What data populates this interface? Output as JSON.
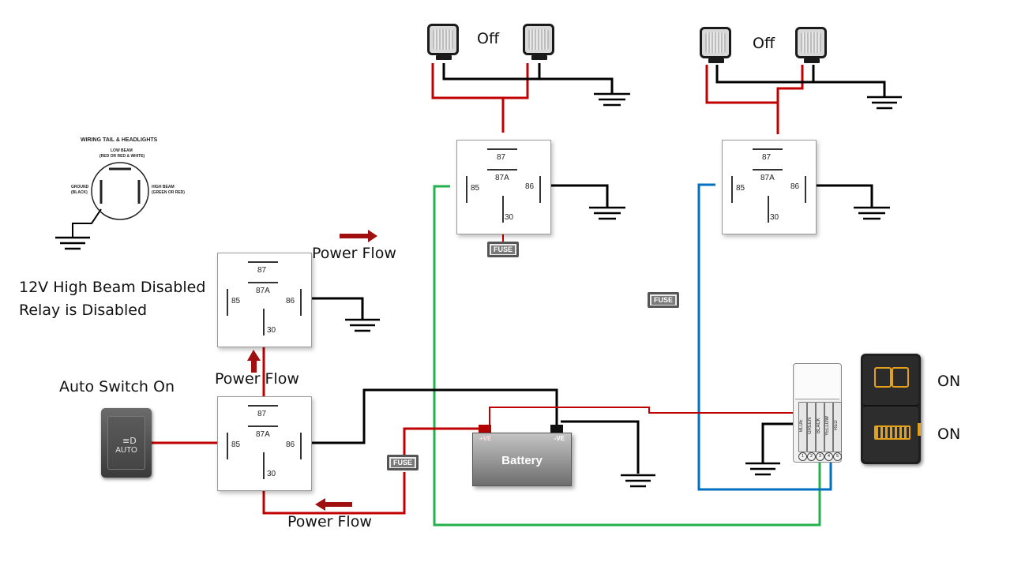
{
  "colors": {
    "power": "#c00000",
    "ground": "#000000",
    "green": "#22b14c",
    "blue": "#0070c0",
    "arrow": "#a01010",
    "amber": "#e6a11a"
  },
  "labels": {
    "left_lights_state": "Off",
    "right_lights_state": "Off",
    "power_flow_1": "Power Flow",
    "power_flow_2": "Power Flow",
    "power_flow_3": "Power Flow",
    "high_beam_line1": "12V High Beam Disabled",
    "high_beam_line2": "Relay is Disabled",
    "auto_switch": "Auto Switch On",
    "rocker_top_state": "ON",
    "rocker_bottom_state": "ON"
  },
  "relay": {
    "pin_87": "87",
    "pin_87a": "87A",
    "pin_85": "85",
    "pin_86": "86",
    "pin_30": "30"
  },
  "fuse_label": "FUSE",
  "battery": {
    "label": "Battery",
    "positive": "+VE",
    "negative": "-VE"
  },
  "auto_button": {
    "label": "AUTO"
  },
  "headlight_plug": {
    "title": "WIRING TAIL & HEADLIGHTS",
    "low_beam": "LOW BEAM",
    "low_beam_sub": "(RED OR RED & WHITE)",
    "ground": "GROUND",
    "ground_sub": "(BLACK)",
    "high_beam": "HIGH BEAM",
    "high_beam_sub": "(GREEN OR RED)"
  },
  "connector_pins": [
    {
      "label": "BLUE",
      "num": "1"
    },
    {
      "label": "GREEN",
      "num": "2"
    },
    {
      "label": "BLACK",
      "num": "3"
    },
    {
      "label": "YELLOW",
      "num": "4"
    },
    {
      "label": "RED",
      "num": "5"
    }
  ],
  "icons": [
    "ground-symbol-icon",
    "flow-arrow-icon",
    "work-light-icon",
    "auto-headlight-icon",
    "fog-light-icon",
    "light-bar-icon"
  ]
}
